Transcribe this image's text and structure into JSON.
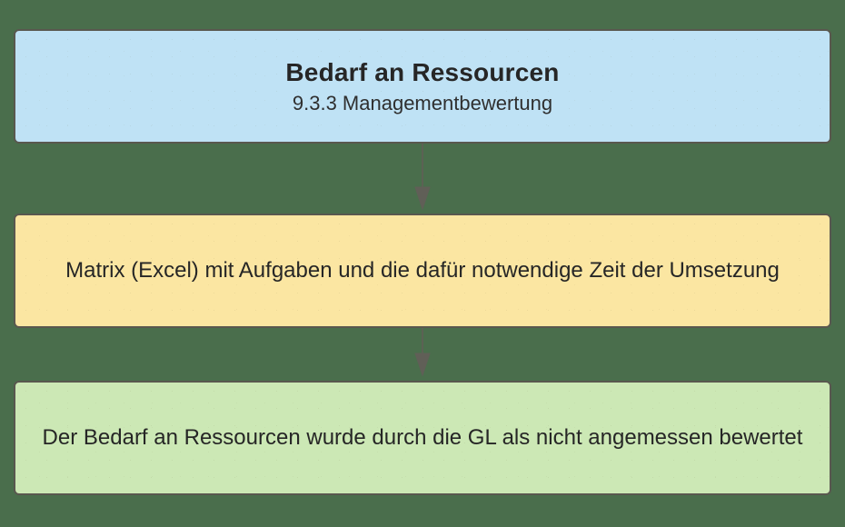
{
  "diagram": {
    "background_color": "#4a6e4c",
    "border_color": "#59584f",
    "connector_color": "#605f57",
    "nodes": [
      {
        "id": "header",
        "name": "bedarf-an-ressourcen",
        "title": "Bedarf an Ressourcen",
        "subtitle": "9.3.3 Managementbewertung",
        "fill": "#bfe2f5"
      },
      {
        "id": "process",
        "name": "matrix-excel",
        "text": "Matrix (Excel) mit Aufgaben und die dafür notwendige Zeit der Umsetzung",
        "fill": "#fbe6a2"
      },
      {
        "id": "result",
        "name": "bewertung-ergebnis",
        "text": "Der Bedarf an Ressourcen wurde durch die GL als nicht angemessen bewertet",
        "fill": "#cce8b5"
      }
    ],
    "connectors": [
      {
        "from": "header",
        "to": "process",
        "style": "arrow-down"
      },
      {
        "from": "process",
        "to": "result",
        "style": "arrow-down"
      }
    ]
  }
}
